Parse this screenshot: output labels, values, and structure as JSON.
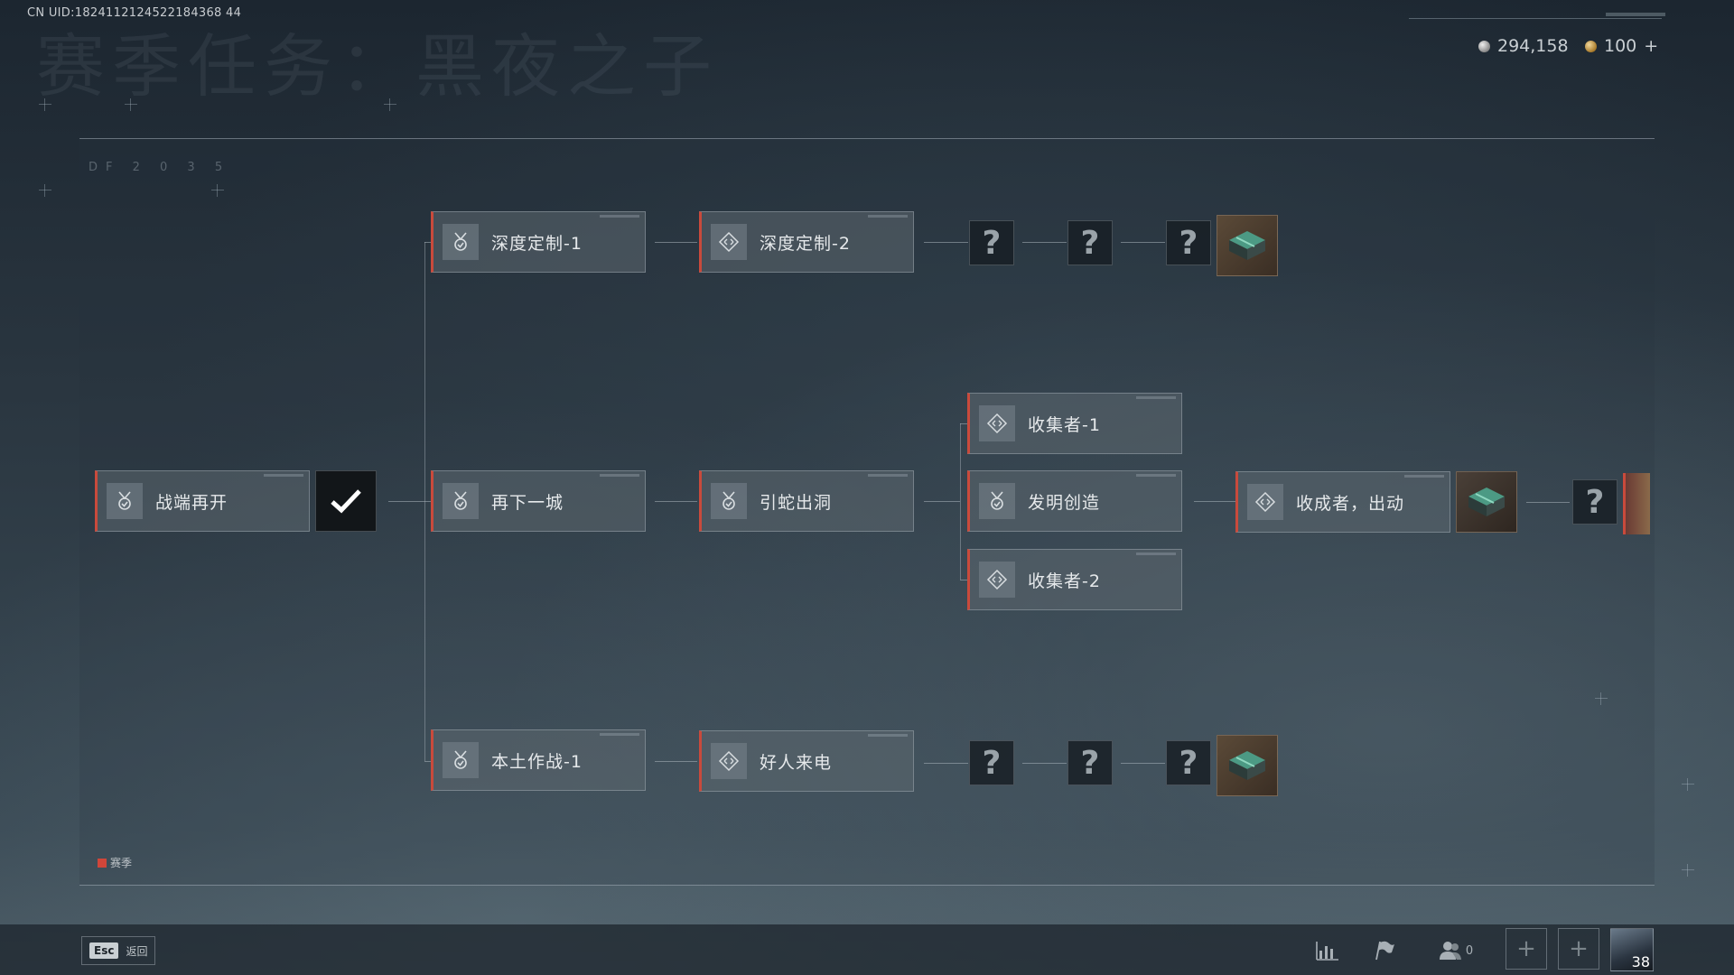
{
  "uid": "CN UID:1824112124522184368 44",
  "season_title": "赛季任务：黑夜之子",
  "currency": {
    "silver": "294,158",
    "gold": "100",
    "gold_add": "+"
  },
  "deco": {
    "code": "DF 2 0 3 5"
  },
  "tasks": {
    "zhanduan": "战端再开",
    "shendu1": "深度定制-1",
    "shendu2": "深度定制-2",
    "zaixia": "再下一城",
    "yinshe": "引蛇出洞",
    "shouji1": "收集者-1",
    "faming": "发明创造",
    "shouji2": "收集者-2",
    "shoucheng": "收成者，出动",
    "bentu": "本土作战-1",
    "haoren": "好人来电"
  },
  "mystery_glyph": "?",
  "legend": {
    "label": "赛季"
  },
  "bottom": {
    "esc_key": "Esc",
    "esc_label": "返回",
    "friends_count": "0",
    "slot_plus": "+",
    "level": "38"
  },
  "colors": {
    "accent_red": "#c94a3c",
    "node_bg": "#5c6870",
    "done_bg": "#121619"
  }
}
